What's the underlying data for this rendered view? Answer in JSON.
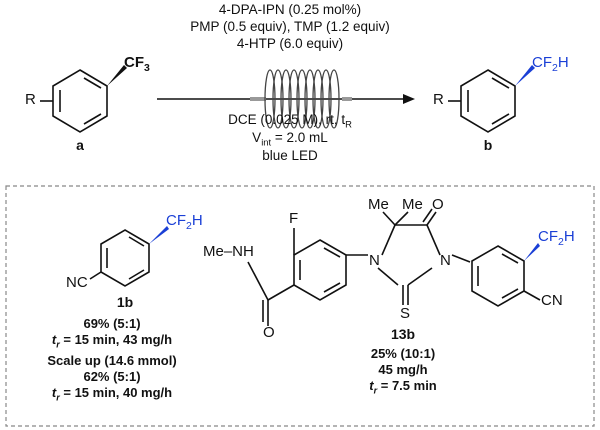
{
  "conditions_top": {
    "line1": "4-DPA-IPN (0.25 mol%)",
    "line2": "PMP (0.5 equiv), TMP (1.2 equiv)",
    "line3": "4-HTP (6.0 equiv)"
  },
  "conditions_bottom": {
    "line1_pre": "DCE (0.025 M), rt, t",
    "line1_sub": "R",
    "line2_pre": "V",
    "line2_sub": "int",
    "line2_post": " = 2.0 mL",
    "line3": "blue LED"
  },
  "reactant": {
    "r_group": "R",
    "cf3": "CF",
    "cf3_sub": "3",
    "label": "a"
  },
  "product": {
    "r_group": "R",
    "cf2h_pre": "CF",
    "cf2h_sub": "2",
    "cf2h_post": "H",
    "label": "b"
  },
  "compound_1b": {
    "nc": "NC",
    "cf2h_pre": "CF",
    "cf2h_sub": "2",
    "cf2h_post": "H",
    "label": "1b",
    "result1": "69% (5:1)",
    "result2_pre": "t",
    "result2_sub": "r",
    "result2_post": " = 15 min, 43 mg/h",
    "result3": "Scale up (14.6 mmol)",
    "result4": "62% (5:1)",
    "result5_pre": "t",
    "result5_sub": "r",
    "result5_post": " = 15 min, 40 mg/h"
  },
  "compound_13b": {
    "methyl_amine": "Me–NH",
    "fluoro": "F",
    "oxygen_amide": "O",
    "me1": "Me",
    "me2": "Me",
    "oxygen_ring": "O",
    "n1": "N",
    "n2": "N",
    "sulfur": "S",
    "cn": "CN",
    "cf2h_pre": "CF",
    "cf2h_sub": "2",
    "cf2h_post": "H",
    "label": "13b",
    "result1": "25% (10:1)",
    "result2": "45 mg/h",
    "result3_pre": "t",
    "result3_sub": "r",
    "result3_post": " = 7.5 min"
  },
  "colors": {
    "accent_blue": "#1a3fd6",
    "box_border": "#888888"
  }
}
